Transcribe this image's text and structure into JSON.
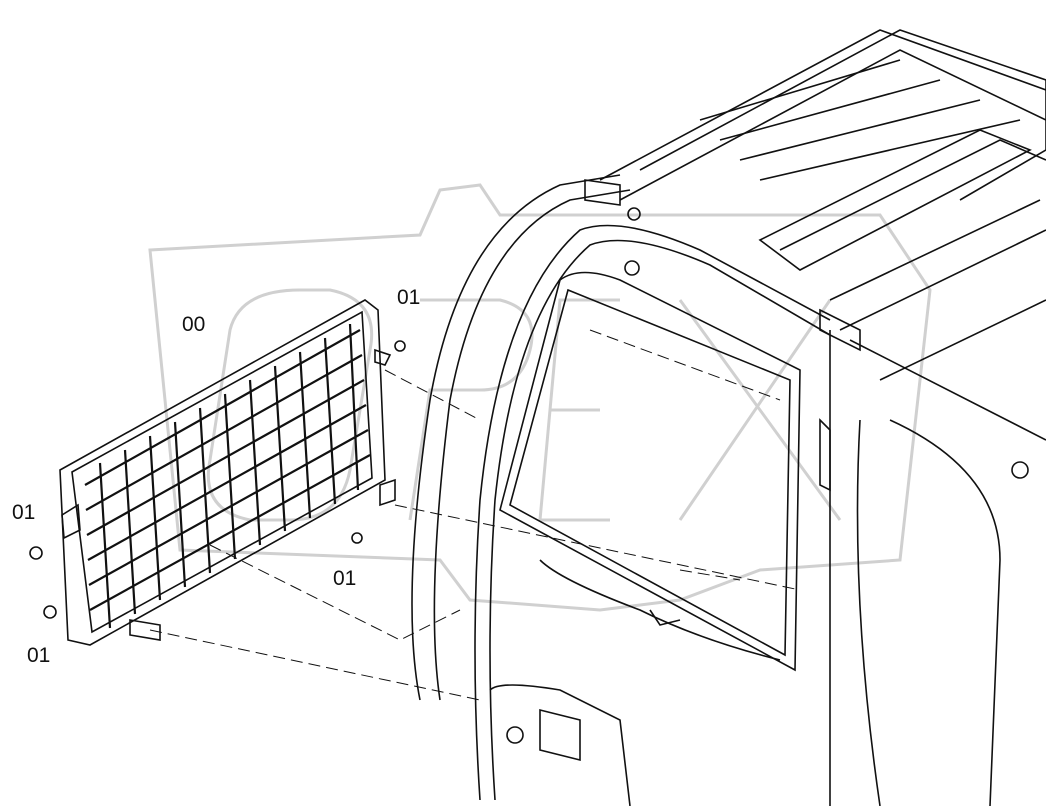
{
  "diagram": {
    "callouts": [
      {
        "id": "grille",
        "text": "00"
      },
      {
        "id": "bolt-top-right",
        "text": "01"
      },
      {
        "id": "bolt-left",
        "text": "01"
      },
      {
        "id": "bolt-center",
        "text": "01"
      },
      {
        "id": "bolt-bottom-left",
        "text": "01"
      }
    ],
    "watermark": "OPEX",
    "colors": {
      "line": "#111111",
      "watermark": "#d9d9d9"
    }
  }
}
